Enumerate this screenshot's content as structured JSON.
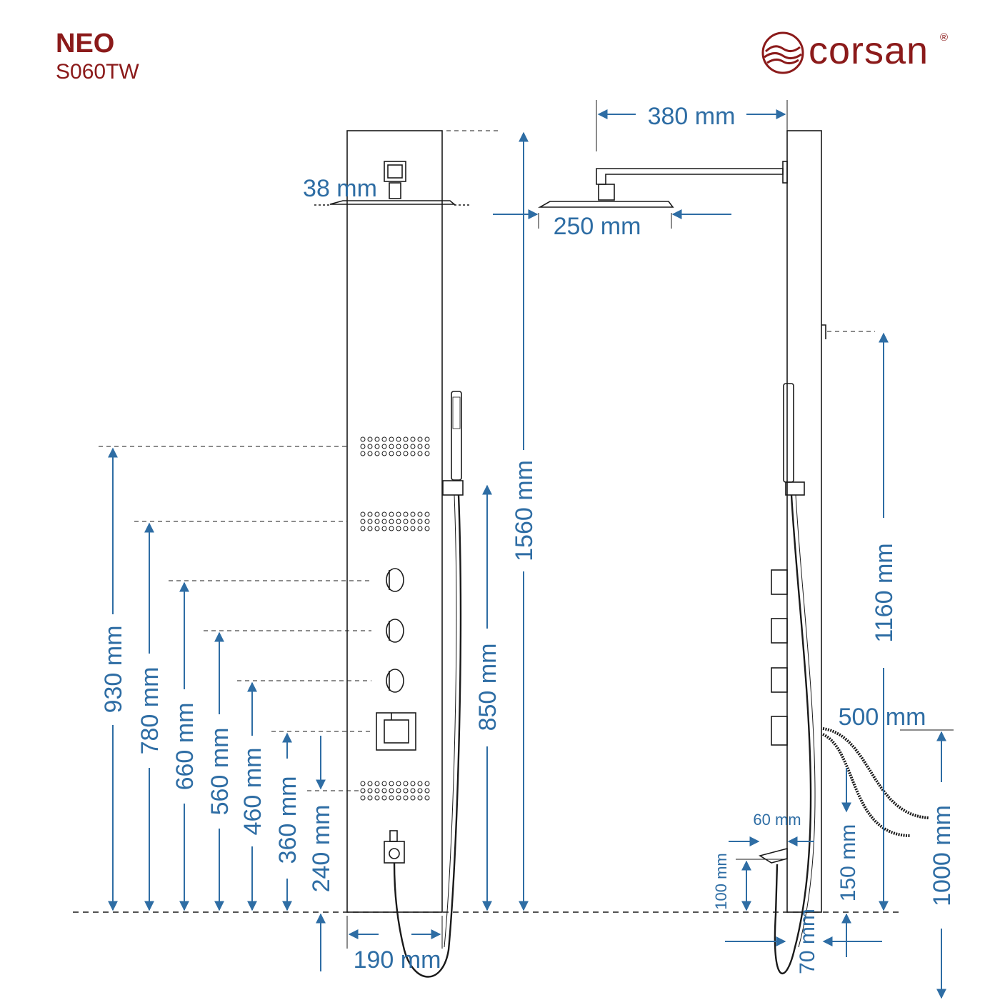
{
  "brand": {
    "series": "NEO",
    "model": "S060TW",
    "logo_text": "corsan",
    "logo_registered": "®",
    "logo_icon": "corsan-wave-icon"
  },
  "colors": {
    "brand": "#8B1A1A",
    "dimension": "#2E6DA4",
    "line": "#1a1a1a"
  },
  "dimensions": {
    "arm_length": "380 mm",
    "head_thickness": "38 mm",
    "head_width": "250 mm",
    "panel_height": "1560 mm",
    "handshower_holder_height": "850 mm",
    "jet_top_height": "930 mm",
    "jet_second_height": "780 mm",
    "valve_1_height": "660 mm",
    "valve_2_height": "560 mm",
    "valve_3_height": "460 mm",
    "mixer_height": "360 mm",
    "jet_bottom_height": "240 mm",
    "panel_width": "190 mm",
    "mount_height": "1160 mm",
    "hose_length": "500 mm",
    "inlet_height": "1000 mm",
    "inlet_distance": "150 mm",
    "spout_length": "60 mm",
    "spout_height": "100 mm",
    "panel_depth": "70 mm"
  }
}
